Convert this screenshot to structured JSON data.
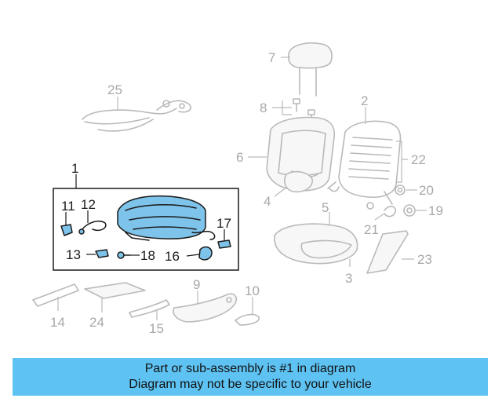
{
  "callouts": {
    "c1": "1",
    "c2": "2",
    "c3": "3",
    "c4": "4",
    "c5": "5",
    "c6": "6",
    "c7": "7",
    "c8": "8",
    "c9": "9",
    "c10": "10",
    "c11": "11",
    "c12": "12",
    "c13": "13",
    "c14": "14",
    "c15": "15",
    "c16": "16",
    "c17": "17",
    "c18": "18",
    "c19": "19",
    "c20": "20",
    "c21": "21",
    "c22": "22",
    "c23": "23",
    "c24": "24",
    "c25": "25"
  },
  "highlight_color": "#7ec3ea",
  "banner": {
    "line1": "Part or sub-assembly is #1 in diagram",
    "line2": "Diagram may not be specific to your vehicle",
    "background": "#5ec2f2"
  }
}
